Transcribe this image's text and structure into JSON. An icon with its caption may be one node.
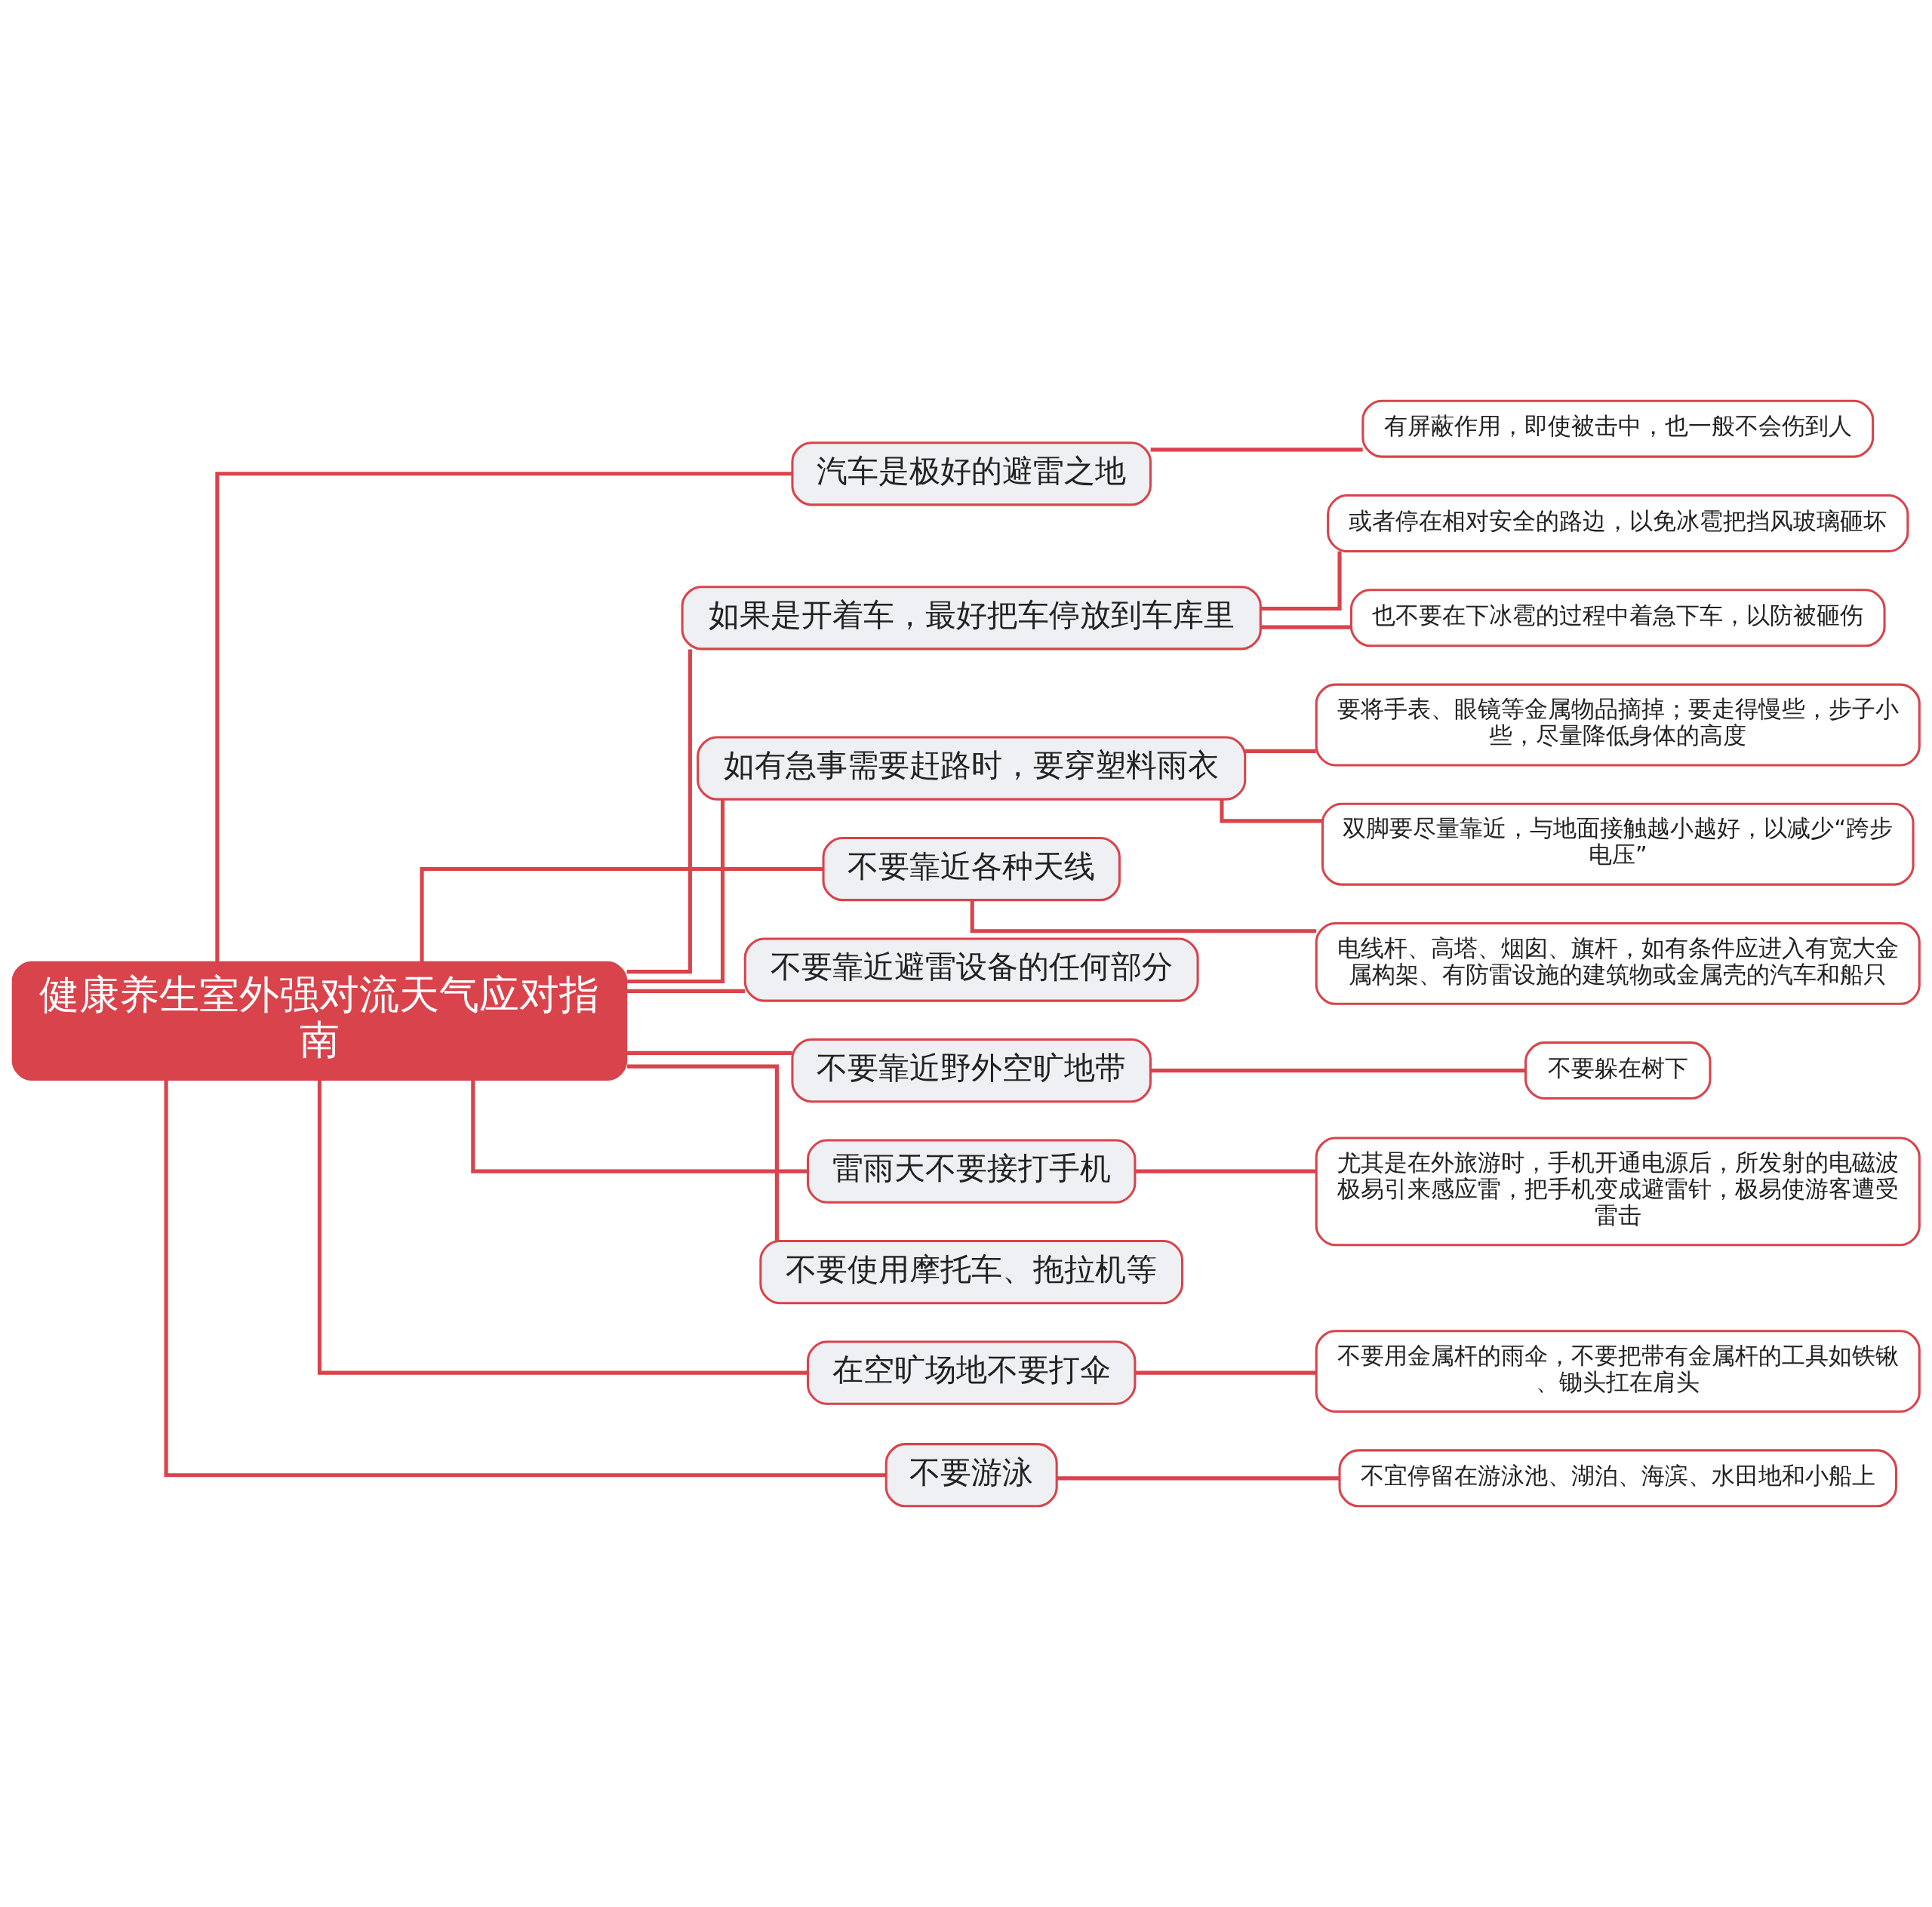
{
  "diagram": {
    "nodes": [
      {
        "text": [
          "健康养生室外强对流天气应对指南"
        ]
      },
      {
        "text": [
          "汽车是极好的避雷之地"
        ]
      },
      {
        "text": [
          "有屏蔽作用，即使被击中，也一般不会伤到人"
        ]
      },
      {
        "text": [
          "如果是开着车，最好把车停放到车库里"
        ]
      },
      {
        "text": [
          "或者停在相对安全的路边，以免冰雹把挡风玻璃砸坏"
        ]
      },
      {
        "text": [
          "也不要在下冰雹的过程中着急下车，以防被砸伤"
        ]
      },
      {
        "text": [
          "如有急事需要赶路时，要穿塑料雨衣"
        ]
      },
      {
        "text": [
          "要将手表、眼镜等金属物品摘掉；要走得慢些，步子小些，尽量降低身体的高度"
        ]
      },
      {
        "text": [
          "双脚要尽量靠近，与地面接触越小越好，以减少“跨步电压”"
        ]
      },
      {
        "text": [
          "不要靠近各种天线"
        ]
      },
      {
        "text": [
          "电线杆、高塔、烟囱、旗杆，如有条件应进入有宽大金属构架、有防雷设施的建筑物或金属壳的汽车和船只"
        ]
      },
      {
        "text": [
          "不要靠近避雷设备的任何部分"
        ]
      },
      {
        "text": [
          "不要靠近野外空旷地带"
        ]
      },
      {
        "text": [
          "不要躲在树下"
        ]
      },
      {
        "text": [
          "雷雨天不要接打手机"
        ]
      },
      {
        "text": [
          "尤其是在外旅游时，手机开通电源后，所发射的电磁波极易引来感应雷，把手机变成避雷针，极易使游客遭受雷击"
        ]
      },
      {
        "text": [
          "不要使用摩托车、拖拉机等"
        ]
      },
      {
        "text": [
          "在空旷场地不要打伞"
        ]
      },
      {
        "text": [
          "不要用金属杆的雨伞，不要把带有金属杆的工具如铁锹、锄头扛在肩头"
        ]
      },
      {
        "text": [
          "不要游泳"
        ]
      },
      {
        "text": [
          "不宜停留在游泳池、湖泊、海滨、水田地和小船上"
        ]
      }
    ],
    "edges": [
      {
        "from": 0,
        "to": 1,
        "arrow": "none"
      },
      {
        "from": 1,
        "to": 2,
        "arrow": "none"
      },
      {
        "from": 0,
        "to": 3,
        "arrow": "none"
      },
      {
        "from": 3,
        "to": 4,
        "arrow": "none"
      },
      {
        "from": 3,
        "to": 5,
        "arrow": "none"
      },
      {
        "from": 0,
        "to": 6,
        "arrow": "none"
      },
      {
        "from": 6,
        "to": 7,
        "arrow": "none"
      },
      {
        "from": 6,
        "to": 8,
        "arrow": "none"
      },
      {
        "from": 0,
        "to": 9,
        "arrow": "none"
      },
      {
        "from": 9,
        "to": 10,
        "arrow": "none"
      },
      {
        "from": 0,
        "to": 11,
        "arrow": "none"
      },
      {
        "from": 0,
        "to": 12,
        "arrow": "none"
      },
      {
        "from": 12,
        "to": 13,
        "arrow": "none"
      },
      {
        "from": 0,
        "to": 14,
        "arrow": "none"
      },
      {
        "from": 14,
        "to": 15,
        "arrow": "none"
      },
      {
        "from": 0,
        "to": 16,
        "arrow": "none"
      },
      {
        "from": 0,
        "to": 17,
        "arrow": "none"
      },
      {
        "from": 17,
        "to": 18,
        "arrow": "none"
      },
      {
        "from": 0,
        "to": 19,
        "arrow": "none"
      },
      {
        "from": 19,
        "to": 20,
        "arrow": "none"
      }
    ]
  }
}
